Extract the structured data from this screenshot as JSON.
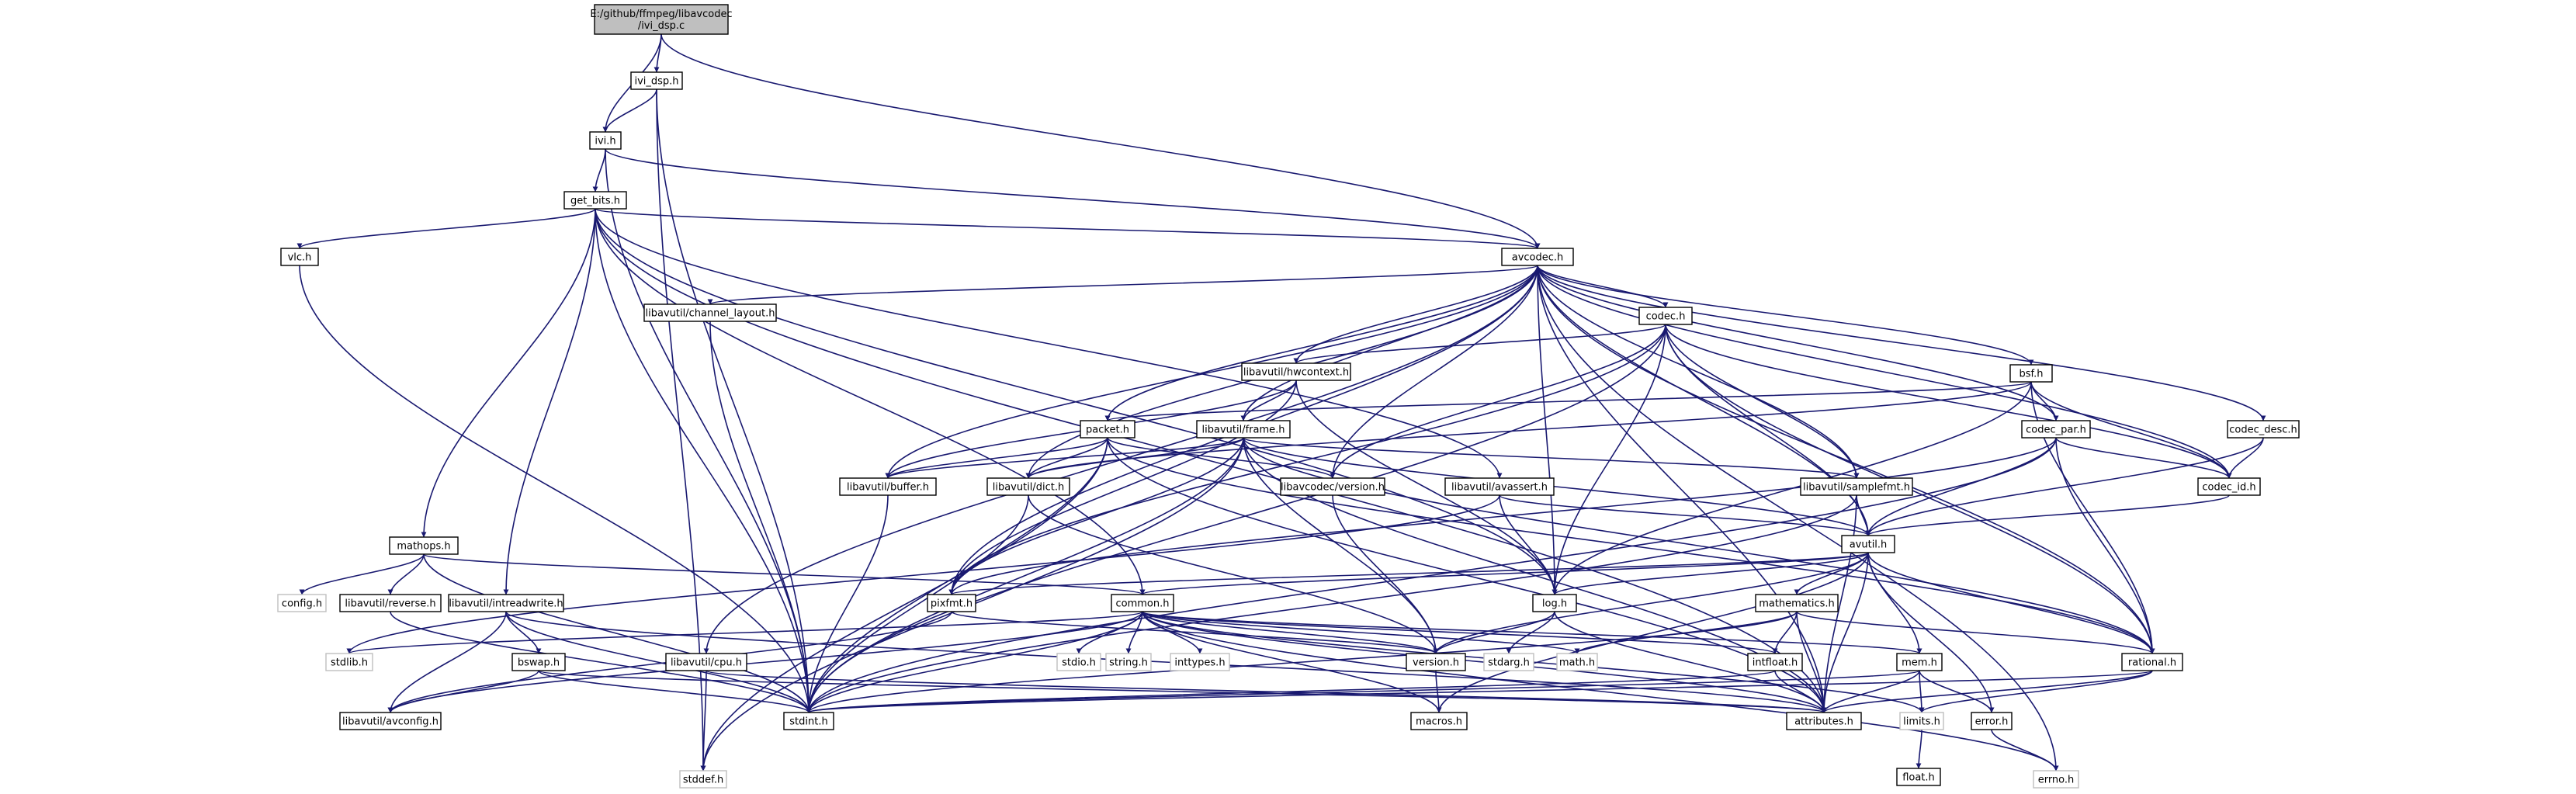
{
  "colors": {
    "edge": "#191970",
    "node_border": "#000000",
    "node_border_light": "#bfbfbf",
    "root_fill": "#bfbfbf",
    "node_fill": "#ffffff",
    "text": "#000000"
  },
  "nodes": [
    {
      "id": "root",
      "label": "E:/github/ffmpeg/libavcodec\n/ivi_dsp.c",
      "style": "root"
    },
    {
      "id": "ivi_dsp",
      "label": "ivi_dsp.h"
    },
    {
      "id": "ivi",
      "label": "ivi.h"
    },
    {
      "id": "get_bits",
      "label": "get_bits.h"
    },
    {
      "id": "vlc",
      "label": "vlc.h"
    },
    {
      "id": "avcodec",
      "label": "avcodec.h"
    },
    {
      "id": "channel_layout",
      "label": "libavutil/channel_layout.h"
    },
    {
      "id": "codec",
      "label": "codec.h"
    },
    {
      "id": "hwcontext",
      "label": "libavutil/hwcontext.h"
    },
    {
      "id": "bsf",
      "label": "bsf.h"
    },
    {
      "id": "packet",
      "label": "packet.h"
    },
    {
      "id": "frame",
      "label": "libavutil/frame.h"
    },
    {
      "id": "codec_par",
      "label": "codec_par.h"
    },
    {
      "id": "codec_desc",
      "label": "codec_desc.h"
    },
    {
      "id": "buffer",
      "label": "libavutil/buffer.h"
    },
    {
      "id": "dict",
      "label": "libavutil/dict.h"
    },
    {
      "id": "avcversion",
      "label": "libavcodec/version.h"
    },
    {
      "id": "avassert",
      "label": "libavutil/avassert.h"
    },
    {
      "id": "samplefmt",
      "label": "libavutil/samplefmt.h"
    },
    {
      "id": "codec_id",
      "label": "codec_id.h"
    },
    {
      "id": "mathops",
      "label": "mathops.h"
    },
    {
      "id": "avutil",
      "label": "avutil.h"
    },
    {
      "id": "config",
      "label": "config.h",
      "style": "sys"
    },
    {
      "id": "reverse",
      "label": "libavutil/reverse.h"
    },
    {
      "id": "intreadwrite",
      "label": "libavutil/intreadwrite.h"
    },
    {
      "id": "pixfmt",
      "label": "pixfmt.h"
    },
    {
      "id": "common",
      "label": "common.h"
    },
    {
      "id": "log",
      "label": "log.h"
    },
    {
      "id": "mathematics",
      "label": "mathematics.h"
    },
    {
      "id": "stdlib",
      "label": "stdlib.h",
      "style": "sys"
    },
    {
      "id": "bswap",
      "label": "bswap.h"
    },
    {
      "id": "cpu",
      "label": "libavutil/cpu.h"
    },
    {
      "id": "stdio",
      "label": "stdio.h",
      "style": "sys"
    },
    {
      "id": "string",
      "label": "string.h",
      "style": "sys"
    },
    {
      "id": "inttypes",
      "label": "inttypes.h",
      "style": "sys"
    },
    {
      "id": "version",
      "label": "version.h"
    },
    {
      "id": "stdarg",
      "label": "stdarg.h",
      "style": "sys"
    },
    {
      "id": "math",
      "label": "math.h",
      "style": "sys"
    },
    {
      "id": "intfloat",
      "label": "intfloat.h"
    },
    {
      "id": "mem",
      "label": "mem.h"
    },
    {
      "id": "rational",
      "label": "rational.h"
    },
    {
      "id": "avconfig",
      "label": "libavutil/avconfig.h"
    },
    {
      "id": "stdint",
      "label": "stdint.h"
    },
    {
      "id": "macros",
      "label": "macros.h"
    },
    {
      "id": "attributes",
      "label": "attributes.h"
    },
    {
      "id": "limits",
      "label": "limits.h",
      "style": "sys"
    },
    {
      "id": "error",
      "label": "error.h"
    },
    {
      "id": "float",
      "label": "float.h"
    },
    {
      "id": "stddef",
      "label": "stddef.h",
      "style": "sys"
    },
    {
      "id": "errno",
      "label": "errno.h",
      "style": "sys"
    }
  ],
  "edges": [
    [
      "root",
      "ivi_dsp"
    ],
    [
      "root",
      "ivi"
    ],
    [
      "root",
      "avcodec"
    ],
    [
      "ivi_dsp",
      "ivi"
    ],
    [
      "ivi_dsp",
      "stdint"
    ],
    [
      "ivi_dsp",
      "stddef"
    ],
    [
      "ivi",
      "get_bits"
    ],
    [
      "ivi",
      "avcodec"
    ],
    [
      "ivi",
      "stdint"
    ],
    [
      "get_bits",
      "vlc"
    ],
    [
      "get_bits",
      "avcodec"
    ],
    [
      "get_bits",
      "mathops"
    ],
    [
      "get_bits",
      "intreadwrite"
    ],
    [
      "get_bits",
      "common"
    ],
    [
      "get_bits",
      "avassert"
    ],
    [
      "get_bits",
      "log"
    ],
    [
      "get_bits",
      "stdint"
    ],
    [
      "get_bits",
      "attributes"
    ],
    [
      "vlc",
      "stdint"
    ],
    [
      "avcodec",
      "channel_layout"
    ],
    [
      "avcodec",
      "codec"
    ],
    [
      "avcodec",
      "hwcontext"
    ],
    [
      "avcodec",
      "bsf"
    ],
    [
      "avcodec",
      "packet"
    ],
    [
      "avcodec",
      "frame"
    ],
    [
      "avcodec",
      "codec_par"
    ],
    [
      "avcodec",
      "codec_desc"
    ],
    [
      "avcodec",
      "buffer"
    ],
    [
      "avcodec",
      "dict"
    ],
    [
      "avcodec",
      "avcversion"
    ],
    [
      "avcodec",
      "samplefmt"
    ],
    [
      "avcodec",
      "codec_id"
    ],
    [
      "avcodec",
      "avutil"
    ],
    [
      "avcodec",
      "pixfmt"
    ],
    [
      "avcodec",
      "log"
    ],
    [
      "avcodec",
      "cpu"
    ],
    [
      "avcodec",
      "rational"
    ],
    [
      "avcodec",
      "attributes"
    ],
    [
      "avcodec",
      "errno"
    ],
    [
      "channel_layout",
      "stdint"
    ],
    [
      "codec",
      "hwcontext"
    ],
    [
      "codec",
      "codec_id"
    ],
    [
      "codec",
      "samplefmt"
    ],
    [
      "codec",
      "avutil"
    ],
    [
      "codec",
      "log"
    ],
    [
      "codec",
      "pixfmt"
    ],
    [
      "codec",
      "rational"
    ],
    [
      "codec",
      "avcversion"
    ],
    [
      "codec",
      "stdint"
    ],
    [
      "hwcontext",
      "buffer"
    ],
    [
      "hwcontext",
      "frame"
    ],
    [
      "hwcontext",
      "pixfmt"
    ],
    [
      "hwcontext",
      "log"
    ],
    [
      "bsf",
      "packet"
    ],
    [
      "bsf",
      "codec_par"
    ],
    [
      "bsf",
      "codec_id"
    ],
    [
      "bsf",
      "dict"
    ],
    [
      "bsf",
      "log"
    ],
    [
      "bsf",
      "rational"
    ],
    [
      "packet",
      "buffer"
    ],
    [
      "packet",
      "dict"
    ],
    [
      "packet",
      "avcversion"
    ],
    [
      "packet",
      "attributes"
    ],
    [
      "packet",
      "rational"
    ],
    [
      "packet",
      "stddef"
    ],
    [
      "packet",
      "stdint"
    ],
    [
      "frame",
      "buffer"
    ],
    [
      "frame",
      "dict"
    ],
    [
      "frame",
      "samplefmt"
    ],
    [
      "frame",
      "avutil"
    ],
    [
      "frame",
      "pixfmt"
    ],
    [
      "frame",
      "rational"
    ],
    [
      "frame",
      "version"
    ],
    [
      "frame",
      "attributes"
    ],
    [
      "frame",
      "stdint"
    ],
    [
      "frame",
      "stddef"
    ],
    [
      "codec_par",
      "codec_id"
    ],
    [
      "codec_par",
      "avutil"
    ],
    [
      "codec_par",
      "pixfmt"
    ],
    [
      "codec_par",
      "rational"
    ],
    [
      "codec_par",
      "stdint"
    ],
    [
      "codec_desc",
      "codec_id"
    ],
    [
      "codec_desc",
      "avutil"
    ],
    [
      "buffer",
      "stdint"
    ],
    [
      "dict",
      "stdint"
    ],
    [
      "dict",
      "version"
    ],
    [
      "avcversion",
      "version"
    ],
    [
      "avassert",
      "avutil"
    ],
    [
      "avassert",
      "log"
    ],
    [
      "avassert",
      "stdlib"
    ],
    [
      "samplefmt",
      "avutil"
    ],
    [
      "samplefmt",
      "attributes"
    ],
    [
      "samplefmt",
      "stdint"
    ],
    [
      "codec_id",
      "avutil"
    ],
    [
      "mathops",
      "config"
    ],
    [
      "mathops",
      "reverse"
    ],
    [
      "mathops",
      "common"
    ],
    [
      "mathops",
      "stdint"
    ],
    [
      "avutil",
      "common"
    ],
    [
      "avutil",
      "log"
    ],
    [
      "avutil",
      "mathematics"
    ],
    [
      "avutil",
      "pixfmt"
    ],
    [
      "avutil",
      "rational"
    ],
    [
      "avutil",
      "version"
    ],
    [
      "avutil",
      "macros"
    ],
    [
      "avutil",
      "attributes"
    ],
    [
      "avutil",
      "error"
    ],
    [
      "avutil",
      "mem"
    ],
    [
      "reverse",
      "stdint"
    ],
    [
      "intreadwrite",
      "bswap"
    ],
    [
      "intreadwrite",
      "avconfig"
    ],
    [
      "intreadwrite",
      "attributes"
    ],
    [
      "intreadwrite",
      "stdint"
    ],
    [
      "pixfmt",
      "avconfig"
    ],
    [
      "pixfmt",
      "version"
    ],
    [
      "common",
      "stdlib"
    ],
    [
      "common",
      "stdio"
    ],
    [
      "common",
      "string"
    ],
    [
      "common",
      "inttypes"
    ],
    [
      "common",
      "math"
    ],
    [
      "common",
      "limits"
    ],
    [
      "common",
      "errno"
    ],
    [
      "common",
      "attributes"
    ],
    [
      "common",
      "macros"
    ],
    [
      "common",
      "version"
    ],
    [
      "common",
      "avconfig"
    ],
    [
      "common",
      "stdint"
    ],
    [
      "common",
      "mem"
    ],
    [
      "common",
      "intfloat"
    ],
    [
      "log",
      "stdarg"
    ],
    [
      "log",
      "version"
    ],
    [
      "log",
      "attributes"
    ],
    [
      "mathematics",
      "math"
    ],
    [
      "mathematics",
      "intfloat"
    ],
    [
      "mathematics",
      "attributes"
    ],
    [
      "mathematics",
      "rational"
    ],
    [
      "mathematics",
      "stdint"
    ],
    [
      "bswap",
      "avconfig"
    ],
    [
      "bswap",
      "attributes"
    ],
    [
      "bswap",
      "stdint"
    ],
    [
      "cpu",
      "stddef"
    ],
    [
      "cpu",
      "attributes"
    ],
    [
      "version",
      "macros"
    ],
    [
      "intfloat",
      "stdint"
    ],
    [
      "intfloat",
      "attributes"
    ],
    [
      "mem",
      "limits"
    ],
    [
      "mem",
      "stdint"
    ],
    [
      "mem",
      "error"
    ],
    [
      "mem",
      "attributes"
    ],
    [
      "rational",
      "attributes"
    ],
    [
      "rational",
      "limits"
    ],
    [
      "rational",
      "stdint"
    ],
    [
      "error",
      "errno"
    ],
    [
      "limits",
      "float"
    ]
  ]
}
